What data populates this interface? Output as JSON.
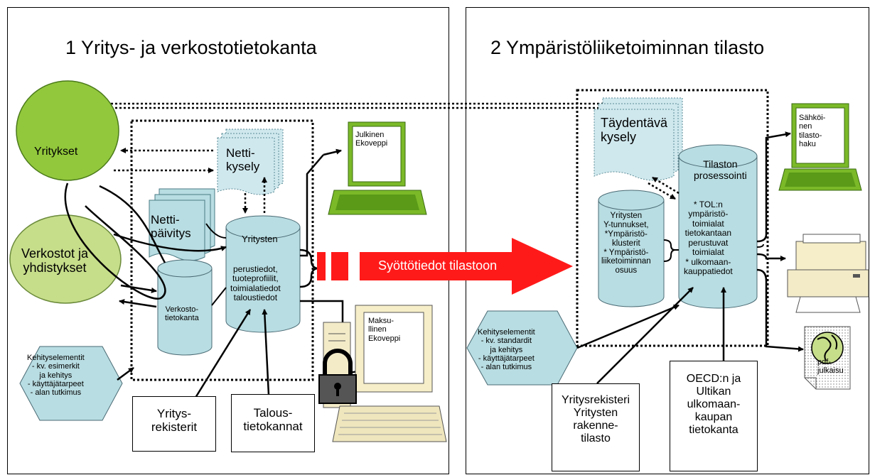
{
  "panel1": {
    "title": "1 Yritys- ja verkostotietokanta",
    "yritykset": "Yritykset",
    "verkostot": "Verkostot ja\nyhdistykset",
    "nettikysely": "Netti-\nkysely",
    "nettipaivitys": "Netti-\npäivitys",
    "yritysten_db_title": "Yritysten",
    "yritysten_db_body": "perustiedot,\ntuoteprofiilit,\ntoimialatiedot\ntaloustiedot",
    "verkostotietokanta": "Verkosto-\ntietokanta",
    "julkinen_ekoveppi": "Julkinen\nEkoveppi",
    "maksullinen_ekoveppi": "Maksu-\nllinen\nEkoveppi",
    "kehitys": "Kehityselementit\n- kv. esimerkit\nja kehitys\n- käyttäjätarpeet\n- alan tutkimus",
    "yritysrekisterit": "Yritys-\nrekisterit",
    "taloustietokannat": "Talous-\ntietokannat"
  },
  "center_arrow": "Syöttötiedot tilastoon",
  "panel2": {
    "title": "2 Ympäristöliiketoiminnan tilasto",
    "taydentava": "Täydentävä\nkysely",
    "tilaston_title": "Tilaston\nprosessointi",
    "tilaston_body": "* TOL:n\nympäristö-\ntoimialat\ntietokantaan\nperustuvat\ntoimialat\n* ulkomaan-\nkauppatiedot",
    "yritysten_cyl": "Yritysten\nY-tunnukset,\n*Ympäristö-\nklusterit\n* Ympäristö-\nliiketoiminnan\nosuus",
    "sahkoinen": "Sähköi-\nnen\ntilasto-\nhaku",
    "kehitys": "Kehityselementit\n- kv. standardit\nja kehitys\n- käyttäjätarpeet\n- alan tutkimus",
    "yritysrekisteri": "Yritysrekisteri\nYritysten\nrakenne-\ntilasto",
    "oecd": "OECD:n ja\nUltikan\nulkomaan-\nkaupan\ntietokanta",
    "pdf": "pdf-\njulkaisu"
  },
  "colors": {
    "circle_green": "#92c83c",
    "light_green": "#c6dd8a",
    "cylinder": "#b8dde2",
    "monitor_green": "#7bb928",
    "red_arrow": "#ff1a1a",
    "hex_fill": "#b8dde2",
    "panel_border": "#000000"
  }
}
